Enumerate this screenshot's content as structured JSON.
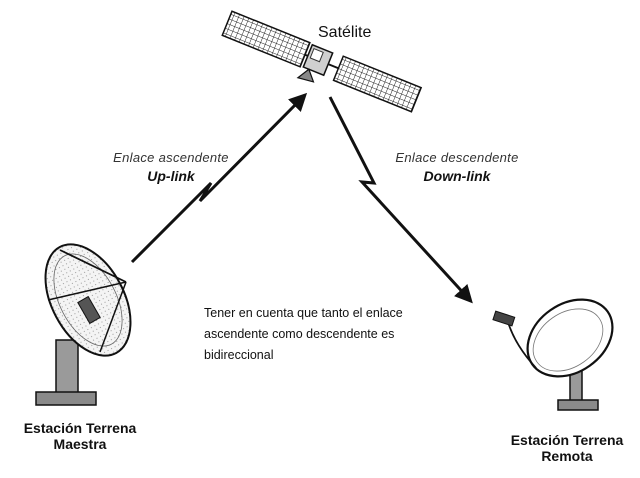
{
  "satellite": {
    "label": "Satélite"
  },
  "uplink": {
    "title": "Enlace ascendente",
    "subtitle": "Up-link"
  },
  "downlink": {
    "title": "Enlace descendente",
    "subtitle": "Down-link"
  },
  "stations": {
    "master": {
      "line1": "Estación Terrena",
      "line2": "Maestra"
    },
    "remote": {
      "line1": "Estación Terrena",
      "line2": "Remota"
    }
  },
  "note": {
    "line1": "Tener en cuenta que tanto el enlace",
    "line2": "ascendente como descendente es",
    "line3": "bidireccional"
  }
}
